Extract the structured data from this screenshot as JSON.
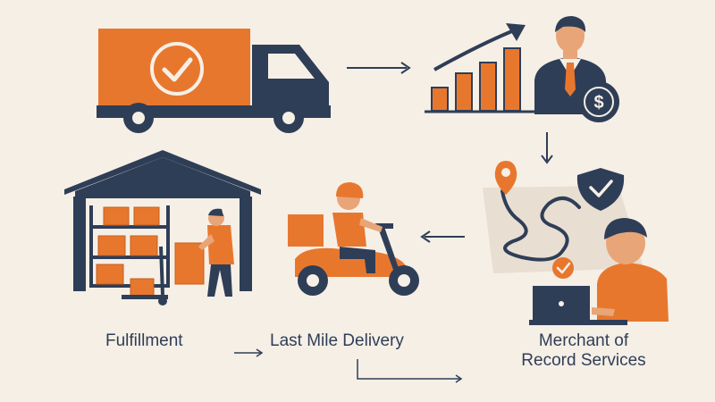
{
  "labels": {
    "fulfillment": "Fulfillment",
    "last_mile": "Last Mile Delivery",
    "merchant_line1": "Merchant of",
    "merchant_line2": "Record Services"
  },
  "icons": {
    "truck": "delivery-truck-icon",
    "checkmark": "checkmark-icon",
    "growth": "bar-chart-growth-icon",
    "businessman": "businessman-icon",
    "dollar": "dollar-coin-icon",
    "warehouse": "warehouse-icon",
    "scooter": "delivery-scooter-icon",
    "map": "route-map-icon",
    "shield": "shield-check-icon",
    "laptop_person": "person-laptop-icon"
  },
  "colors": {
    "background": "#f6efe6",
    "navy": "#2f3e57",
    "orange": "#e8772e"
  }
}
